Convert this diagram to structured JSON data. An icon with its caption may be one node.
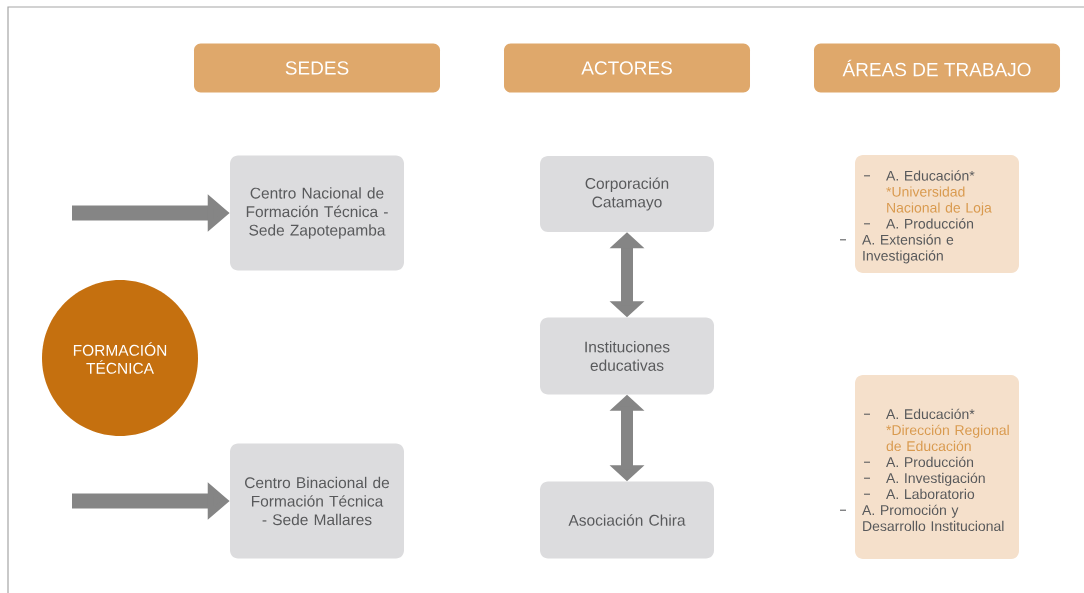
{
  "diagram": {
    "nodes": [
      {
        "text": [
          "SEDES"
        ]
      },
      {
        "text": [
          "ACTORES"
        ]
      },
      {
        "text": [
          "ÁREAS DE TRABAJO"
        ]
      },
      {
        "text": [
          "FORMACIÓN TÉCNICA"
        ]
      },
      {
        "text": [
          "Centro Nacional de Formación Técnica - Sede Zapotepamba"
        ]
      },
      {
        "text": [
          "Corporación Catamayo"
        ]
      },
      {
        "text": [
          "A. Educación*",
          "*Universidad Nacional de Loja",
          "A. Producción",
          "A. Extensión e Investigación"
        ]
      },
      {
        "text": [
          "Instituciones educativas"
        ]
      },
      {
        "text": [
          "Centro Binacional de Formación Técnica - Sede Mallares"
        ]
      },
      {
        "text": [
          "Asociación Chira"
        ]
      },
      {
        "text": [
          "A. Educación*",
          "*Dirección Regional de Educación",
          "A. Producción",
          "A. Investigación",
          "A. Laboratorio",
          "A. Promoción y Desarrollo Institucional"
        ]
      }
    ],
    "edges": [
      {
        "from": null,
        "to": 4,
        "arrow": "to"
      },
      {
        "from": null,
        "to": 8,
        "arrow": "to"
      },
      {
        "from": 5,
        "to": 7,
        "arrow": "both"
      },
      {
        "from": 7,
        "to": 9,
        "arrow": "both"
      }
    ]
  }
}
